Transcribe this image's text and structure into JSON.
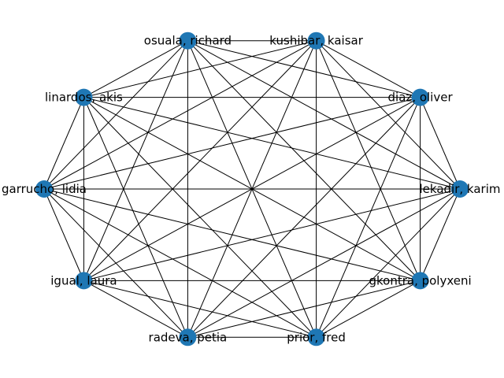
{
  "graph": {
    "type": "complete-graph",
    "layout": "circular",
    "node_color": "#1f77b4",
    "edge_color": "#000000",
    "nodes": [
      {
        "id": "lekadir",
        "label": "lekadir, karim"
      },
      {
        "id": "diaz",
        "label": "diaz, oliver"
      },
      {
        "id": "kushibar",
        "label": "kushibar, kaisar"
      },
      {
        "id": "osuala",
        "label": "osuala, richard"
      },
      {
        "id": "linardos",
        "label": "linardos, akis"
      },
      {
        "id": "garrucho",
        "label": "garrucho, lidia"
      },
      {
        "id": "igual",
        "label": "igual, laura"
      },
      {
        "id": "radeva",
        "label": "radeva, petia"
      },
      {
        "id": "prior",
        "label": "prior, fred"
      },
      {
        "id": "gkontra",
        "label": "gkontra, polyxeni"
      }
    ],
    "edges": "all pairs connected"
  }
}
